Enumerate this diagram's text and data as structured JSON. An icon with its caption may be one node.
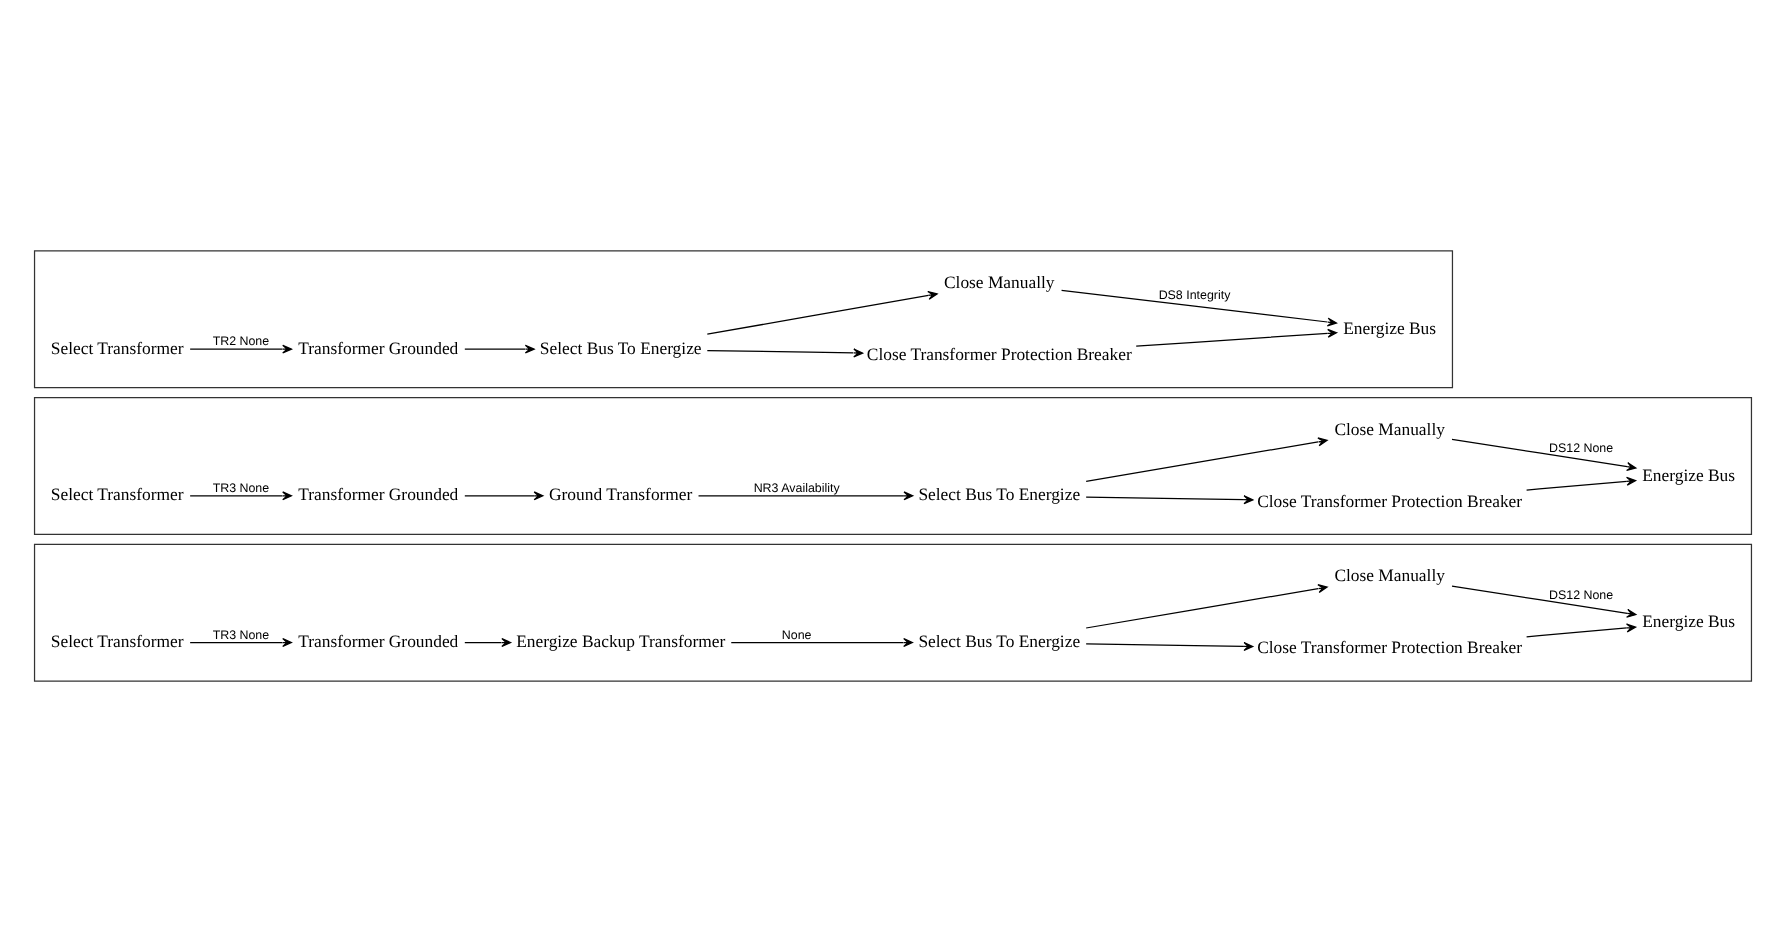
{
  "diagram": {
    "nodes": [
      {
        "text": [],
        "shape": "box"
      },
      {
        "text": [
          "Transformer Grounded"
        ],
        "in": 0
      },
      {
        "text": [
          "Close Transformer Protection Breaker"
        ],
        "in": 0
      },
      {
        "text": [
          "Select Transformer"
        ],
        "in": 0
      },
      {
        "text": [
          "Select Bus To Energize"
        ],
        "in": 0
      },
      {
        "text": [
          "Close Manually"
        ],
        "in": 0
      },
      {
        "text": [
          "Energize Bus"
        ],
        "in": 0
      },
      {
        "text": [],
        "shape": "box"
      },
      {
        "text": [
          "Transformer Grounded"
        ],
        "in": 7
      },
      {
        "text": [
          "Close Transformer Protection Breaker"
        ],
        "in": 7
      },
      {
        "text": [
          "Select Transformer"
        ],
        "in": 7
      },
      {
        "text": [
          "Ground Transformer"
        ],
        "in": 7
      },
      {
        "text": [
          "Select Bus To Energize"
        ],
        "in": 7
      },
      {
        "text": [
          "Close Manually"
        ],
        "in": 7
      },
      {
        "text": [
          "Energize Bus"
        ],
        "in": 7
      },
      {
        "text": [],
        "shape": "box"
      },
      {
        "text": [
          "Transformer Grounded"
        ],
        "in": 15
      },
      {
        "text": [
          "Close Transformer Protection Breaker"
        ],
        "in": 15
      },
      {
        "text": [
          "Select Transformer"
        ],
        "in": 15
      },
      {
        "text": [
          "Energize Backup Transformer"
        ],
        "in": 15
      },
      {
        "text": [
          "Select Bus To Energize"
        ],
        "in": 15
      },
      {
        "text": [
          "Close Manually"
        ],
        "in": 15
      },
      {
        "text": [
          "Energize Bus"
        ],
        "in": 15
      }
    ],
    "edges": [
      {
        "from": 3,
        "to": 1,
        "arrow": "to",
        "label": "TR2 None"
      },
      {
        "from": 1,
        "to": 4,
        "arrow": "to"
      },
      {
        "from": 4,
        "to": 2,
        "arrow": "to"
      },
      {
        "from": 2,
        "to": 6,
        "arrow": "to"
      },
      {
        "from": 4,
        "to": 5,
        "arrow": "to"
      },
      {
        "from": 5,
        "to": 6,
        "arrow": "to",
        "label": "DS8 Integrity"
      },
      {
        "from": 10,
        "to": 8,
        "arrow": "to",
        "label": "TR3 None"
      },
      {
        "from": 8,
        "to": 11,
        "arrow": "to"
      },
      {
        "from": 11,
        "to": 12,
        "arrow": "to",
        "label": "NR3 Availability"
      },
      {
        "from": 12,
        "to": 9,
        "arrow": "to"
      },
      {
        "from": 9,
        "to": 14,
        "arrow": "to"
      },
      {
        "from": 12,
        "to": 13,
        "arrow": "to"
      },
      {
        "from": 13,
        "to": 14,
        "arrow": "to",
        "label": "DS12 None"
      },
      {
        "from": 18,
        "to": 16,
        "arrow": "to",
        "label": "TR3 None"
      },
      {
        "from": 16,
        "to": 19,
        "arrow": "to"
      },
      {
        "from": 19,
        "to": 20,
        "arrow": "to",
        "label": "None"
      },
      {
        "from": 20,
        "to": 17,
        "arrow": "to"
      },
      {
        "from": 17,
        "to": 22,
        "arrow": "to"
      },
      {
        "from": 20,
        "to": 21,
        "arrow": "to"
      },
      {
        "from": 21,
        "to": 22,
        "arrow": "to",
        "label": "DS12 None"
      }
    ]
  }
}
